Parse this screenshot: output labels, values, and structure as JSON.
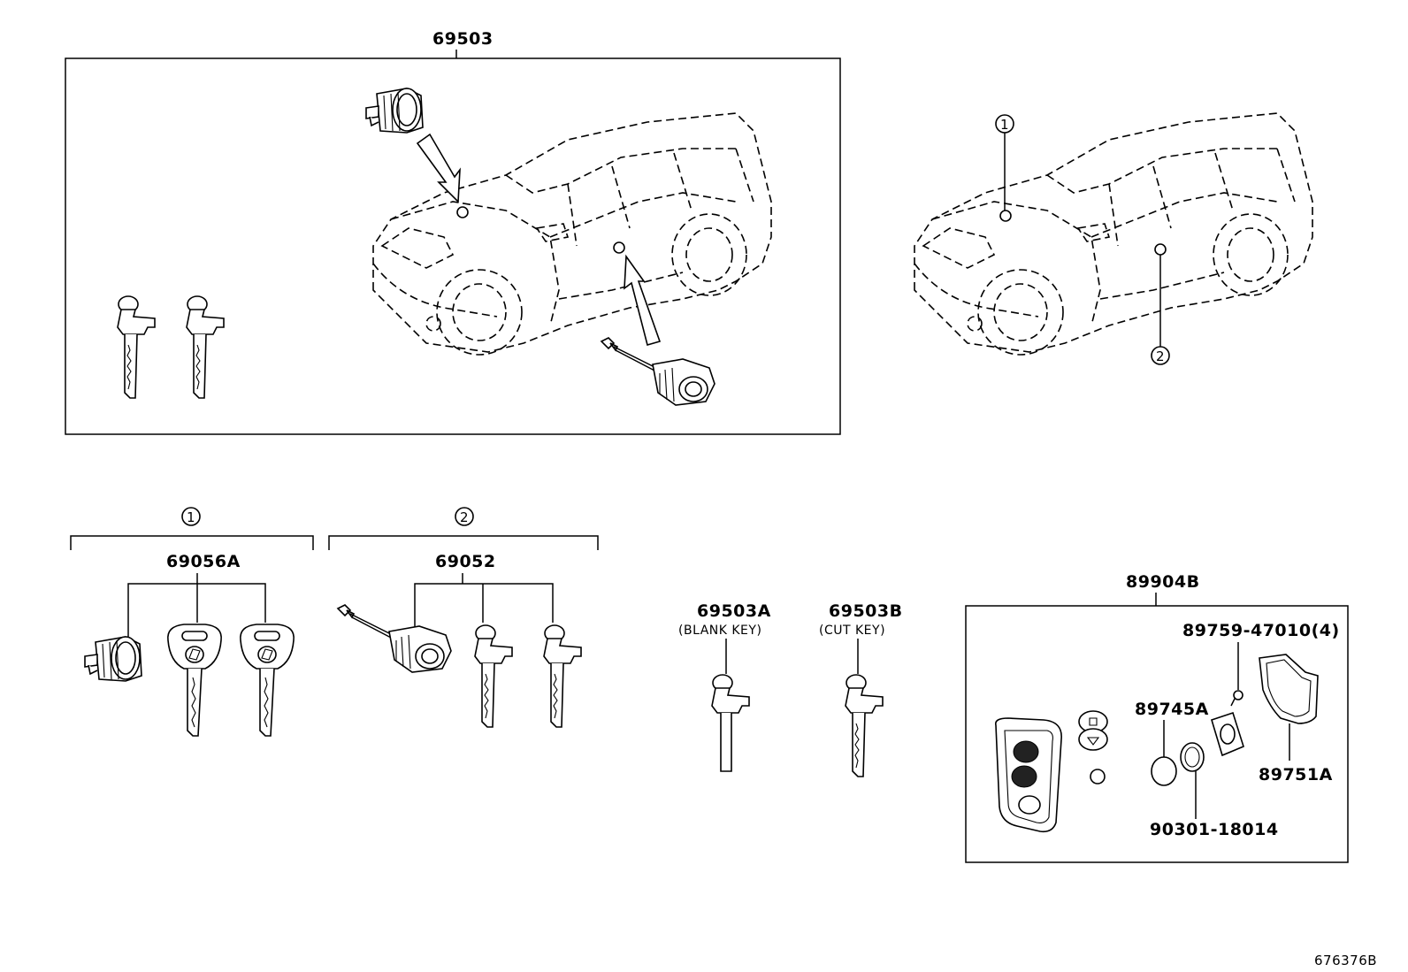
{
  "labels": {
    "assembly_set": "69503",
    "cyl_key_set_1": "69056A",
    "cyl_key_set_2": "69052",
    "blank_key": "69503A",
    "blank_key_note": "(BLANK KEY)",
    "cut_key": "69503B",
    "cut_key_note": "(CUT KEY)",
    "transmitter_assy": "89904B",
    "screw": "89759-47010(4)",
    "battery": "89745A",
    "case": "89751A",
    "o_ring": "90301-18014",
    "diagram_code": "676376B"
  },
  "callouts": {
    "one": "1",
    "two": "2"
  }
}
